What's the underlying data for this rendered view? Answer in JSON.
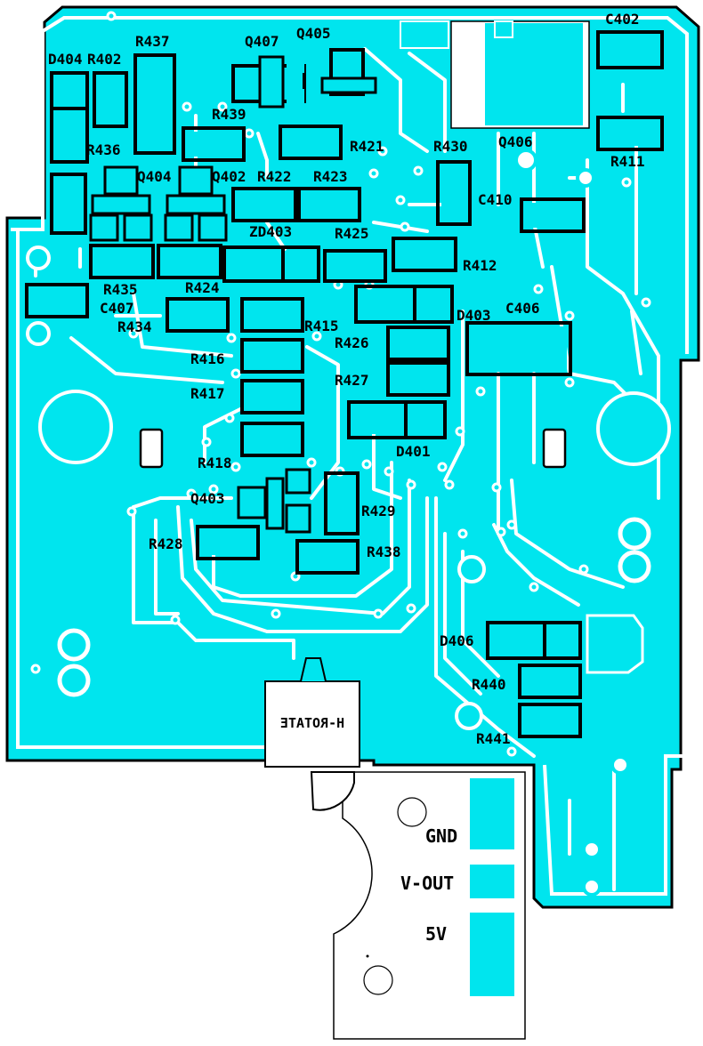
{
  "colors": {
    "copper": "#00e5ee",
    "outline": "#000000",
    "background": "#ffffff",
    "trace_gap": "#ffffff"
  },
  "switch_marking": "H-ROTATE",
  "connector": {
    "labels": [
      "GND",
      "V-OUT",
      "5V"
    ]
  },
  "designators": {
    "C402": "C402",
    "C406": "C406",
    "C407": "C407",
    "C410": "C410",
    "D401": "D401",
    "D403": "D403",
    "D404": "D404",
    "D406": "D406",
    "Q402": "Q402",
    "Q403": "Q403",
    "Q404": "Q404",
    "Q405": "Q405",
    "Q406": "Q406",
    "Q407": "Q407",
    "R402": "R402",
    "R411": "R411",
    "R412": "R412",
    "R415": "R415",
    "R416": "R416",
    "R417": "R417",
    "R418": "R418",
    "R421": "R421",
    "R422": "R422",
    "R423": "R423",
    "R424": "R424",
    "R425": "R425",
    "R426": "R426",
    "R427": "R427",
    "R428": "R428",
    "R429": "R429",
    "R430": "R430",
    "R434": "R434",
    "R435": "R435",
    "R436": "R436",
    "R437": "R437",
    "R438": "R438",
    "R439": "R439",
    "R440": "R440",
    "R441": "R441",
    "ZD403": "ZD403"
  }
}
